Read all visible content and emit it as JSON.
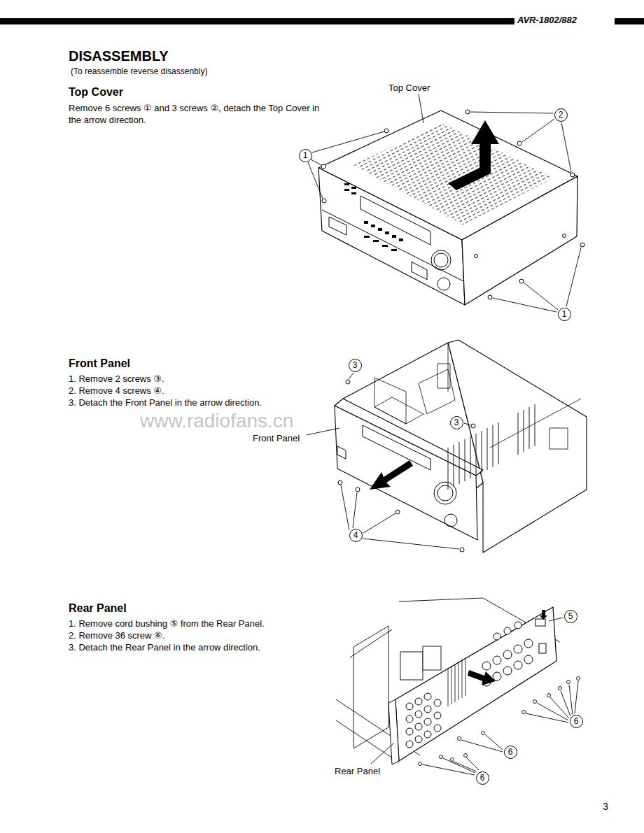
{
  "diagram": {
    "title": "DISASSEMBLY",
    "labels": [
      "AVR-1802/882",
      "(To reassemble reverse disassenbly)",
      "Top Cover",
      "Remove 6 screws ① and 3 screws ②, detach the Top Cover in the arrow direction.",
      "Top Cover",
      "2",
      "1",
      "1",
      "Front Panel",
      "1. Remove 2 screws ③.",
      "2. Remove 4 screws ④.",
      "3. Detach the Front Panel in the arrow direction.",
      "www.radiofans.cn",
      "3",
      "3",
      "Front Panel",
      "4",
      "Rear Panel",
      "1. Remove cord bushing ⑤ from the Rear Panel.",
      "2. Remove 36 screw ⑥.",
      "3. Detach the Rear Panel in the arrow direction.",
      "5",
      "6",
      "6",
      "6",
      "Rear Panel",
      "3"
    ]
  }
}
